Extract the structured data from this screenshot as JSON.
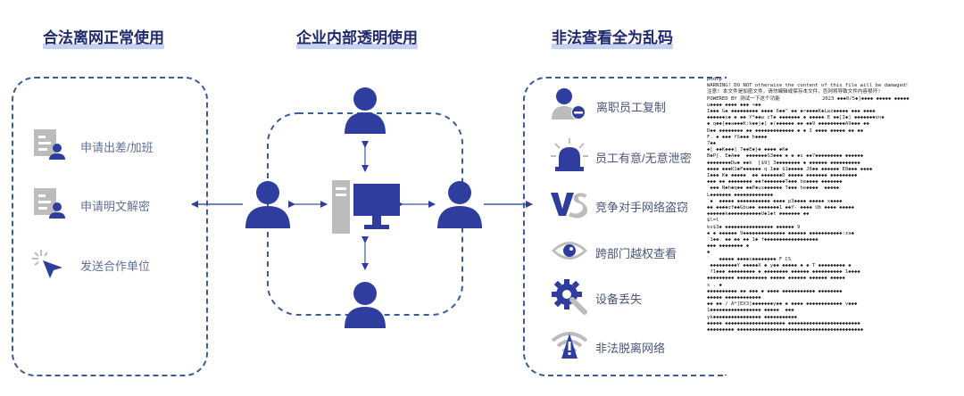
{
  "titles": {
    "left": "合法离网正常使用",
    "middle": "企业内部透明使用",
    "right": "非法查看全为乱码"
  },
  "left_items": [
    {
      "label": "申请出差/加班",
      "icon": "document-user-icon"
    },
    {
      "label": "申请明文解密",
      "icon": "document-user-icon"
    },
    {
      "label": "发送合作单位",
      "icon": "cursor-arrow-icon"
    }
  ],
  "right_items": [
    {
      "label": "离职员工复制",
      "icon": "user-minus-icon"
    },
    {
      "label": "员工有意/无意泄密",
      "icon": "alarm-light-icon"
    },
    {
      "label": "竞争对手网络盗窃",
      "icon": "vs-icon"
    },
    {
      "label": "跨部门越权查看",
      "icon": "eye-icon"
    },
    {
      "label": "设备丢失",
      "icon": "gear-wrench-icon"
    },
    {
      "label": "非法脱离网络",
      "icon": "no-wifi-icon"
    }
  ],
  "garbled_text": [
    "podlp",
    "WARNING! DO NOT otherwise the content of this file will be damaged!",
    "注意! 本文件是加密文件，请勿编辑或保存本文件，否则将导致文件内容损坏!",
    "",
    "POWERED BY 测试一下这个功能              2023 ◆◆◆0/5◆]◆◆◆◆ ◆◆◆◆◆ ◆◆◆◆◆",
    "u◆◆◆◆ ◆◆◆◆ ◆◆◆ +◆◆",
    "I◆◆◆ G◆ ◆◆◆◆◆◆◆◆◆ ◆◆◆◆ 6◆◆^ ◆◆ ◆r◆◆◆◆K◆Lwz◆◆◆◆◆ ◆◆◆ ◆◆◆◆",
    "◆◆◆◆◆◆x◆ ◆ ◆◆ Y*◆◆w cT◆ ◆◆◆◆◆◆◆ ◆ ◆◆◆◆◆ E ◆◆[I◆] ◆◆◆◆◆◆◆vn◆",
    "◆ q◆◆[◆◆a◆◆◆K:k◆◆j◆] ◆(◆◆◆◆◆◆ ◆◆ ◆◆9 ◆◆◆◆◆◆◆◆◆A9◆◆◆ ◆◆",
    "D◆◆ ◆◆◆◆◆◆◆◆ ◆◆ ◆◆◆◆◆◆◆◆◆◆◆◆◆ ◆ ◆ I ◆◆◆◆ ◆◆◆◆◆ ◆◆ ◆◆",
    "F. ◆ ◆◆◆ fS◆◆◆ h◆◆◆◆",
    "7◆◆",
    "◆[ ◆◆K◆◆◆] 7◆◆E◆}◆ ◆◆◆◆ ◆K◆",
    "B◆P[. E◆A◆◆  ◆◆◆◆◆◆◆S3◆◆◆ ◆ ◆ ◆s ◆◆7◆◆◆◆◆◆◆◆◆ ◆◆◆◆◆◆",
    "◆◆◆◆◆◆◆◆Dw◆ ◆◆k  [$9] 3◆◆◆◆◆◆◆◆ ◆ ◆◆◆◆◆◆ ◆◆◆◆◆◆◆◆◆◆",
    "◆◆◆◆ ◆◆◆K1◆F◆◆◆◆◆◆ q I◆◆ $1◆◆◆◆◆ J8◆◆ ◆◆◆◆◆◆ E8◆◆◆ ◆◆◆◆",
    "I◆◆◆ K◆ ◆◆◆◆◆  ◆◆ ◆◆◆◆◆◆◆D ◆◆◆◆◆ ◆◆◆◆◆◆◆ ◆◆◆◆◆◆◆◆◆",
    "◆◆◆ ◆◆ ◆◆◆◆◆◆◆◆ ◆◆f◆◆◆◆◆◆◆T◆◆◆ he◆◆◆◆ ◆◆◆◆◆◆◆",
    "`◆◆◆ N◆h◆q◆◆ ◆◆P◆ux◆◆◆◆◆◆ T◆◆◆ he◆◆◆◆  ◆◆◆◆◆",
    "L◆◆◆◆◆◆◆ ◆◆◆◆◆◆◆◆◆◆◆◆◆",
    "`◆  ◆◆◆◆◆ ◆◆◆◆◆◆◆◆◆◆◆ ◆◆◆◆ p3◆◆◆◆ ◆◆◆◆◆ x◆◆◆◆",
    "◆◆ ◆◆◆◆zf◆◆Gbu◆◆ ◆◆◆◆◆◆◆1 ◆◆Y- ◆◆◆◆ Ub ◆◆◆◆ ◆◆◆◆◆",
    "◆◆◆◆◆◆k◆◆◆◆◆◆◆◆◆◆◆U◆1◆t ◆◆◆◆◆◆◆ ◆◆",
    "$l=l",
    "ks$3◆ ◆◆◆◆◆◆◆◆◆◆◆◆◆◆◆◆ ◆◆◆◆◆◆ 9",
    "◆ ◆ ◆◆◆◆◆◆ 9◆◆◆◆◆◆◆◆◆◆◆◆◆◆ ◆◆◆◆◆◆ ◆◆◆◆◆◆◆◆◆◆◆:za◆",
    "`1◆◆. ◆◆ ◆◆ ◆◆ 1◆ f◆◆◆◆◆◆◆◆◆◆◆◆◆◆◆◆◆◆",
    "◆◆◆ ◆◆◆◆◆◆◆◆ ◆",
    "◆",
    "`   ◆◆◆◆◆ ◆◆◆◆s◆◆◆◆◆◆◆◆ F CS",
    " ◆◆◆◆◆◆◆◆◆Y ◆◆◆◆◆X ◆ y◆◆ ◆◆◆◆◆ ◆ ◆ T ◆◆◆◆◆◆◆◆◆ ◆",
    " ?1◆◆◆ ◆◆◆◆◆◆◆◆◆ ◆ ◆◆◆◆◆◆◆◆ ◆◆◆◆◆◆ ◆◆◆◆◆◆◆◆◆◆ 1◆◆◆◆",
    "◆◆◆◆◆◆◆◆◆ ◆◆◆◆◆◆◆◆◆◆ ◆◆◆◆◆ ◆◆◆◆◆◆ ◆◆◆◆◆◆ ◆◆◆◆◆",
    "s . ◆",
    "◆◆◆◆◆◆◆◆◆◆ ◆◆ ◆◆◆ ◆ ◆◆◆◆ ◆◆◆◆◆◆◆◆◆◆◆ ◆◆◆◆◆◆◆◆",
    "◆◆◆◆◆ ◆◆◆◆◆◆◆◆◆◆◆◆",
    "◆◆ ◆◆ / A*[EX3]◆◆◆◆◆◆◆y◆◆ ◆ ◆◆◆◆ ◆◆◆◆◆◆◆◆◆◆◆◆ v◆◆◆",
    "1◆◆◆◆◆◆◆◆◆◆◆◆◆◆◆◆◆ ◆◆◆◆◆  ◆◆◆",
    "yk◆◆◆◆◆◆◆◆◆◆◆◆◆◆◆◆ ◆◆◆◆◆◆◆◆◆◆◆",
    "◆◆◆◆◆ ◆◆◆◆◆◆◆◆◆◆◆◆◆◆◆◆◆◆◆◆ ◆◆◆◆◆◆◆◆◆◆◆◆◆◆◆◆◆◆◆◆◆◆◆◆",
    "◆◆◆◆◆◆◆◆◆ ◆◆◆◆◆◆◆◆◆◆◆◆◆◆◆◆◆◆◆◆◆◆◆◆◆◆◆◆◆◆◆◆◆◆◆◆◆◆◆◆◆◆"
  ],
  "colors": {
    "accent": "#2f3d9e",
    "icon_gray": "#bcbcbc",
    "panel_border": "#3b5b9a",
    "title": "#1f2a6e"
  }
}
